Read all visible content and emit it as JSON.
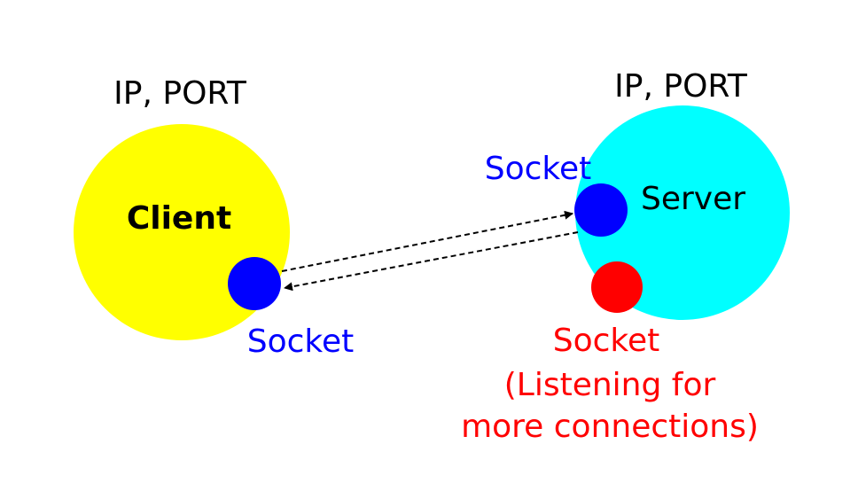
{
  "client": {
    "address_label": "IP, PORT",
    "name": "Client",
    "socket_label": "Socket"
  },
  "server": {
    "address_label": "IP, PORT",
    "name": "Server",
    "socket_label": "Socket",
    "listening_socket": {
      "lines": [
        "Socket",
        "(Listening for",
        "more connections)"
      ]
    }
  },
  "colors": {
    "client_fill": "#ffff00",
    "server_fill": "#00ffff",
    "socket_fill": "#0000ff",
    "listening_socket_fill": "#ff0000",
    "socket_text": "#0000ff",
    "listening_text": "#ff0000",
    "text": "#000000",
    "connection_line": "#000000"
  }
}
